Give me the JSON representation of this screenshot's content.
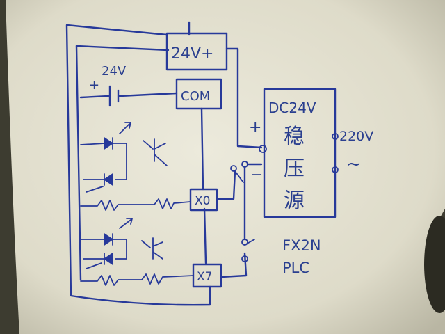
{
  "labels": {
    "supply_24v_plus": "24V+",
    "com": "COM",
    "battery_voltage": "24V",
    "battery_plus": "+",
    "x0": "X0",
    "x7": "X7",
    "dc24v": "DC24V",
    "psu_char1": "稳",
    "psu_char2": "压",
    "psu_char3": "源",
    "psu_plus": "+",
    "psu_minus": "−",
    "ac_input": "220V",
    "ac_symbol": "~",
    "plc_model": "FX2N",
    "plc": "PLC"
  },
  "colors": {
    "ink": "#27399a",
    "paper": "#e9e6d6",
    "shadow": "#3a3a2e"
  }
}
